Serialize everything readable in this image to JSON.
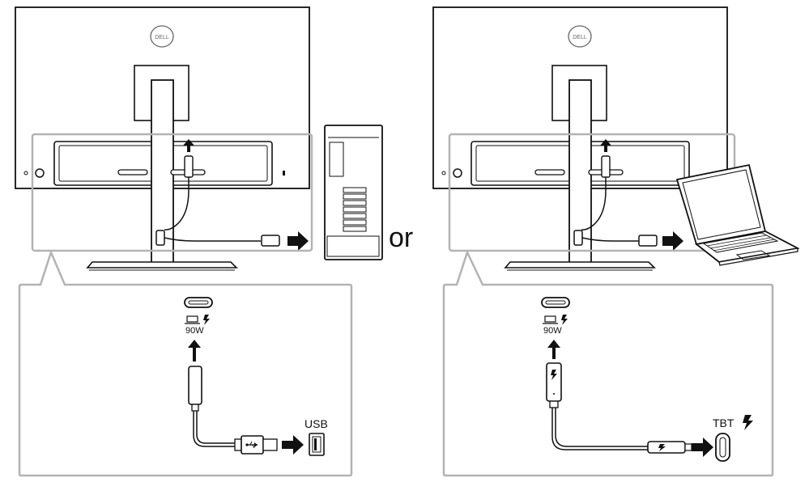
{
  "brand_logo": "DELL",
  "separator_text": "or",
  "left_panel": {
    "title": "USB-C to USB-A connection",
    "monitor_port_icon": "laptop-charge-icon",
    "power_label": "90W",
    "host_port_label": "USB",
    "host_device": "desktop-tower",
    "cable_plug_icon": "usb-trident-icon"
  },
  "right_panel": {
    "title": "Thunderbolt connection",
    "monitor_port_icon": "laptop-charge-icon",
    "power_label": "90W",
    "host_port_label": "TBT",
    "host_port_icon": "thunderbolt-bolt-icon",
    "host_device": "laptop",
    "cable_plug_icon": "thunderbolt-bolt-icon"
  },
  "colors": {
    "outline": "#111111",
    "callout_frame": "#b3b3b3",
    "background": "#ffffff"
  }
}
